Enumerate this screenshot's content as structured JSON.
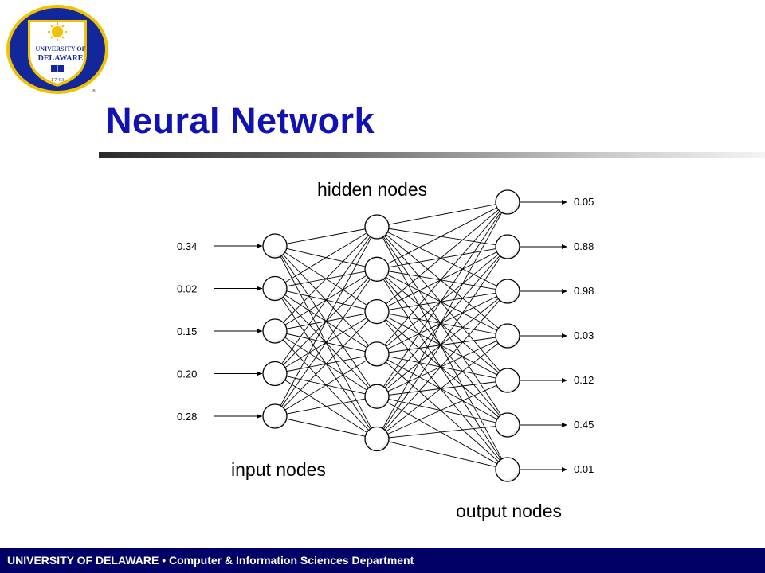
{
  "logo": {
    "upper_text": "UNIVERSITY OF",
    "lower_text": "DELAWARE",
    "year": "1 7 4 3",
    "monogram": "UD",
    "icon": "university-seal-icon"
  },
  "slide": {
    "title": "Neural Network"
  },
  "diagram": {
    "labels": {
      "hidden": "hidden nodes",
      "input": "input nodes",
      "output": "output nodes"
    },
    "input_values": [
      "0.34",
      "0.02",
      "0.15",
      "0.20",
      "0.28"
    ],
    "hidden_count": 6,
    "output_values": [
      "0.05",
      "0.88",
      "0.98",
      "0.03",
      "0.12",
      "0.45",
      "0.01"
    ]
  },
  "footer": {
    "text": "UNIVERSITY OF DELAWARE • Computer & Information Sciences Department"
  },
  "colors": {
    "title": "#1212b4",
    "footer_bg": "#000066",
    "seal_blue": "#12289a",
    "seal_gold": "#f2c200"
  }
}
